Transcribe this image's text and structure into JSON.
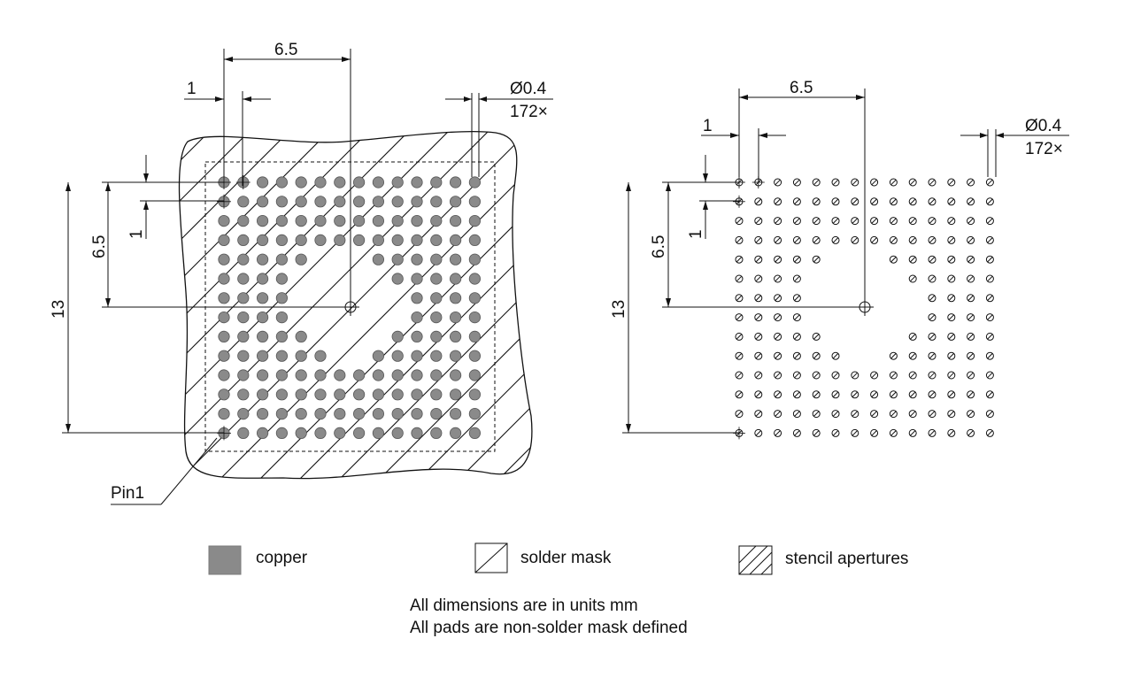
{
  "left_view": {
    "pitch_dim": "1",
    "half_span_dim": "6.5",
    "pad_dia_dim": "Ø0.4",
    "pad_count_dim": "172×",
    "vertical_half_dim": "6.5",
    "vertical_full_dim": "13",
    "vertical_pitch_dim": "1",
    "pin1_label": "Pin1"
  },
  "right_view": {
    "pitch_dim": "1",
    "half_span_dim": "6.5",
    "pad_dia_dim": "Ø0.4",
    "pad_count_dim": "172×",
    "vertical_half_dim": "6.5",
    "vertical_full_dim": "13",
    "vertical_pitch_dim": "1"
  },
  "legend": {
    "copper": "copper",
    "solder_mask": "solder mask",
    "stencil": "stencil apertures"
  },
  "notes": {
    "line1": "All dimensions are in units mm",
    "line2": "All pads are non-solder mask defined"
  },
  "colors": {
    "copper": "#8a8a8a",
    "ink": "#111111"
  }
}
